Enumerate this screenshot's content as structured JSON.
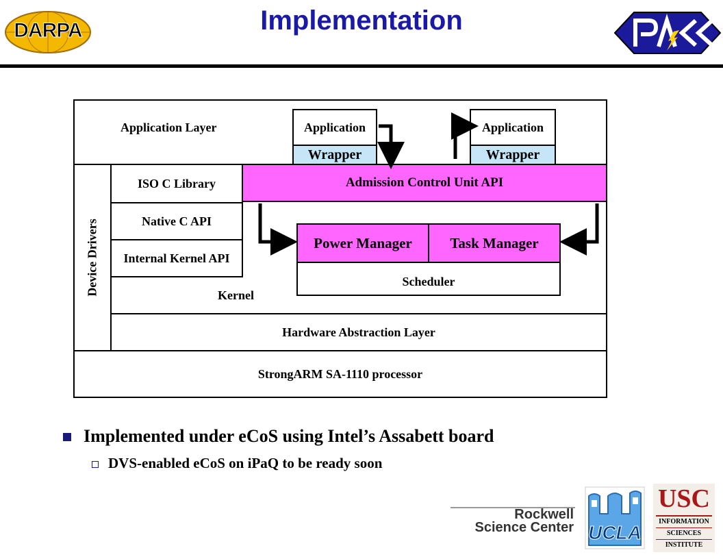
{
  "title": "Implementation",
  "logos": {
    "darpa": "DARPA",
    "rockwell_line1": "Rockwell",
    "rockwell_line2": "Science Center",
    "ucla": "UCLA",
    "usc": "USC",
    "usc_line1": "INFORMATION",
    "usc_line2": "SCIENCES",
    "usc_line3": "INSTITUTE"
  },
  "diagram": {
    "application_layer": "Application Layer",
    "application": "Application",
    "wrapper": "Wrapper",
    "device_drivers": "Device Drivers",
    "iso_c_library": "ISO C Library",
    "admission_control": "Admission Control Unit API",
    "native_c_api": "Native C API",
    "internal_kernel_api": "Internal Kernel API",
    "power_manager": "Power Manager",
    "task_manager": "Task Manager",
    "scheduler": "Scheduler",
    "kernel": "Kernel",
    "hal": "Hardware Abstraction Layer",
    "processor": "StrongARM SA-1110 processor"
  },
  "bullets": {
    "main": "Implemented under eCoS using Intel’s Assabett board",
    "sub": "DVS-enabled eCoS on iPaQ to be ready soon"
  },
  "colors": {
    "title": "#1a1aa6",
    "pink": "#ff66ff",
    "wrapper_blue": "#c6e6f7"
  }
}
